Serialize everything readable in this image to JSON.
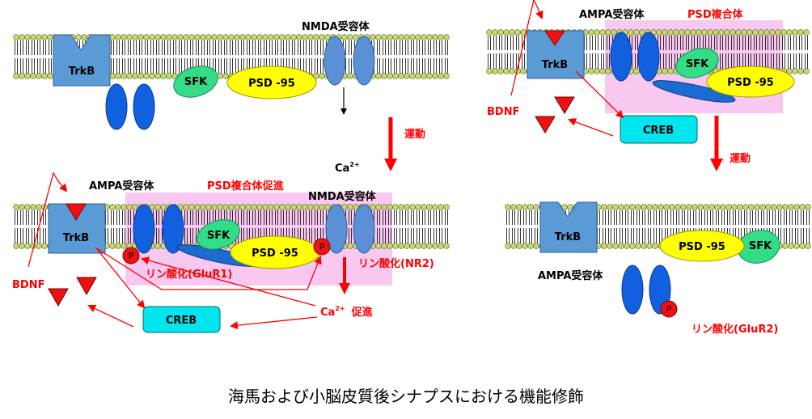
{
  "panel_tl": {
    "trkb": "TrkB",
    "sfk": "SFK",
    "psd95": "PSD -95",
    "nmda": "NMDA受容体",
    "ca": "Ca",
    "ca_sup": "2+"
  },
  "arrow_move_top": "運動",
  "panel_bl": {
    "ampa": "AMPA受容体",
    "psd_complex": "PSD複合体促進",
    "nmda": "NMDA受容体",
    "trkb": "TrkB",
    "sfk": "SFK",
    "psd95": "PSD -95",
    "p": "P",
    "phos_glur1": "リン酸化(GluR1)",
    "phos_nr2": "リン酸化(NR2)",
    "bdnf": "BDNF",
    "creb": "CREB",
    "ca": "Ca",
    "ca_sup": "2+",
    "promote": "促進"
  },
  "panel_tr": {
    "ampa": "AMPA受容体",
    "psd_complex": "PSD複合体",
    "trkb": "TrkB",
    "sfk": "SFK",
    "psd95": "PSD -95",
    "bdnf": "BDNF",
    "creb": "CREB"
  },
  "arrow_move_right": "運動",
  "panel_br": {
    "trkb": "TrkB",
    "psd95": "PSD -95",
    "sfk": "SFK",
    "ampa": "AMPA受容体",
    "p": "P",
    "phos_glur2": "リン酸化(GluR2)"
  },
  "caption": "海馬および小脳皮質後シナプスにおける機能修飾",
  "colors": {
    "receptor_light": "#5b8fd6",
    "receptor_dark": "#1060e0",
    "trkb": "#5b9bd5",
    "psd95": "#ffff00",
    "sfk": "#33dd88",
    "creb": "#00e5ee",
    "psd_region": "#f8c8f0",
    "arrow_red": "#ff0000",
    "membrane_head": "#c8d870"
  }
}
